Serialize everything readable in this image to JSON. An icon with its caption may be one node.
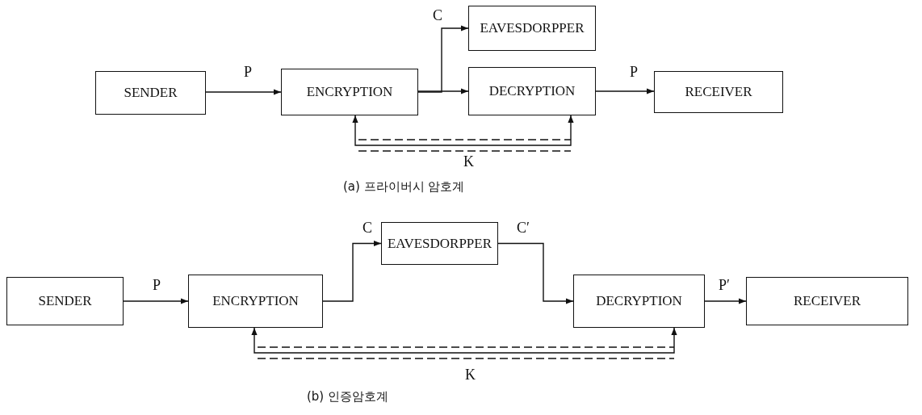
{
  "diagram": {
    "nodes": [
      {
        "text": [
          "SENDER"
        ]
      },
      {
        "text": [
          "ENCRYPTION"
        ]
      },
      {
        "text": [
          "EAVESDORPPER"
        ]
      },
      {
        "text": [
          "DECRYPTION"
        ]
      },
      {
        "text": [
          "RECEIVER"
        ]
      },
      {
        "text": [
          "SENDER"
        ]
      },
      {
        "text": [
          "ENCRYPTION"
        ]
      },
      {
        "text": [
          "EAVESDORPPER"
        ]
      },
      {
        "text": [
          "DECRYPTION"
        ]
      },
      {
        "text": [
          "RECEIVER"
        ]
      }
    ],
    "edges": [
      {
        "from": 0,
        "to": 1,
        "arrow": "to",
        "label": "P"
      },
      {
        "from": 1,
        "to": 2,
        "arrow": "to",
        "label": "C"
      },
      {
        "from": 1,
        "to": 3,
        "arrow": "to"
      },
      {
        "from": 3,
        "to": 4,
        "arrow": "to",
        "label": "P"
      },
      {
        "from": 1,
        "to": 3,
        "arrow": "both",
        "label": "K"
      },
      {
        "from": 5,
        "to": 6,
        "arrow": "to",
        "label": "P"
      },
      {
        "from": 6,
        "to": 7,
        "arrow": "to",
        "label": "C"
      },
      {
        "from": 7,
        "to": 8,
        "arrow": "to",
        "label": "C′"
      },
      {
        "from": 8,
        "to": 9,
        "arrow": "to",
        "label": "P′"
      },
      {
        "from": 6,
        "to": 8,
        "arrow": "both",
        "label": "K"
      }
    ],
    "labels": [
      "(a) 프라이버시 암호계",
      "(b) 인증암호계"
    ]
  }
}
